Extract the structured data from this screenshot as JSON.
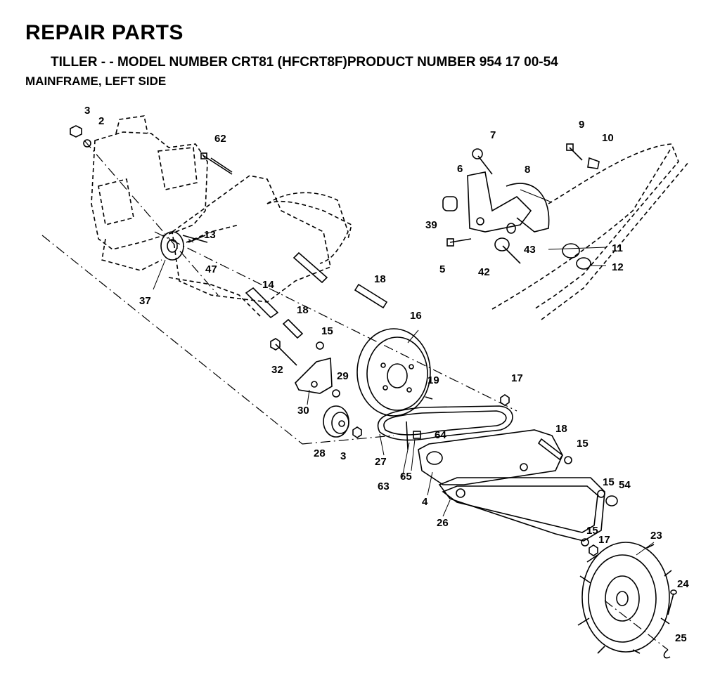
{
  "header": {
    "title": "REPAIR PARTS",
    "subtitle": "TILLER - - MODEL NUMBER CRT81 (HFCRT8F)PRODUCT NUMBER 954 17 00-54",
    "section": "MAINFRAME, LEFT SIDE"
  },
  "callouts": [
    "3",
    "2",
    "62",
    "7",
    "9",
    "10",
    "6",
    "8",
    "39",
    "43",
    "11",
    "5",
    "42",
    "12",
    "13",
    "47",
    "37",
    "14",
    "18",
    "18",
    "16",
    "15",
    "32",
    "29",
    "19",
    "17",
    "30",
    "28",
    "3",
    "27",
    "64",
    "63",
    "65",
    "18",
    "15",
    "4",
    "15",
    "54",
    "26",
    "15",
    "17",
    "23",
    "24",
    "25"
  ]
}
